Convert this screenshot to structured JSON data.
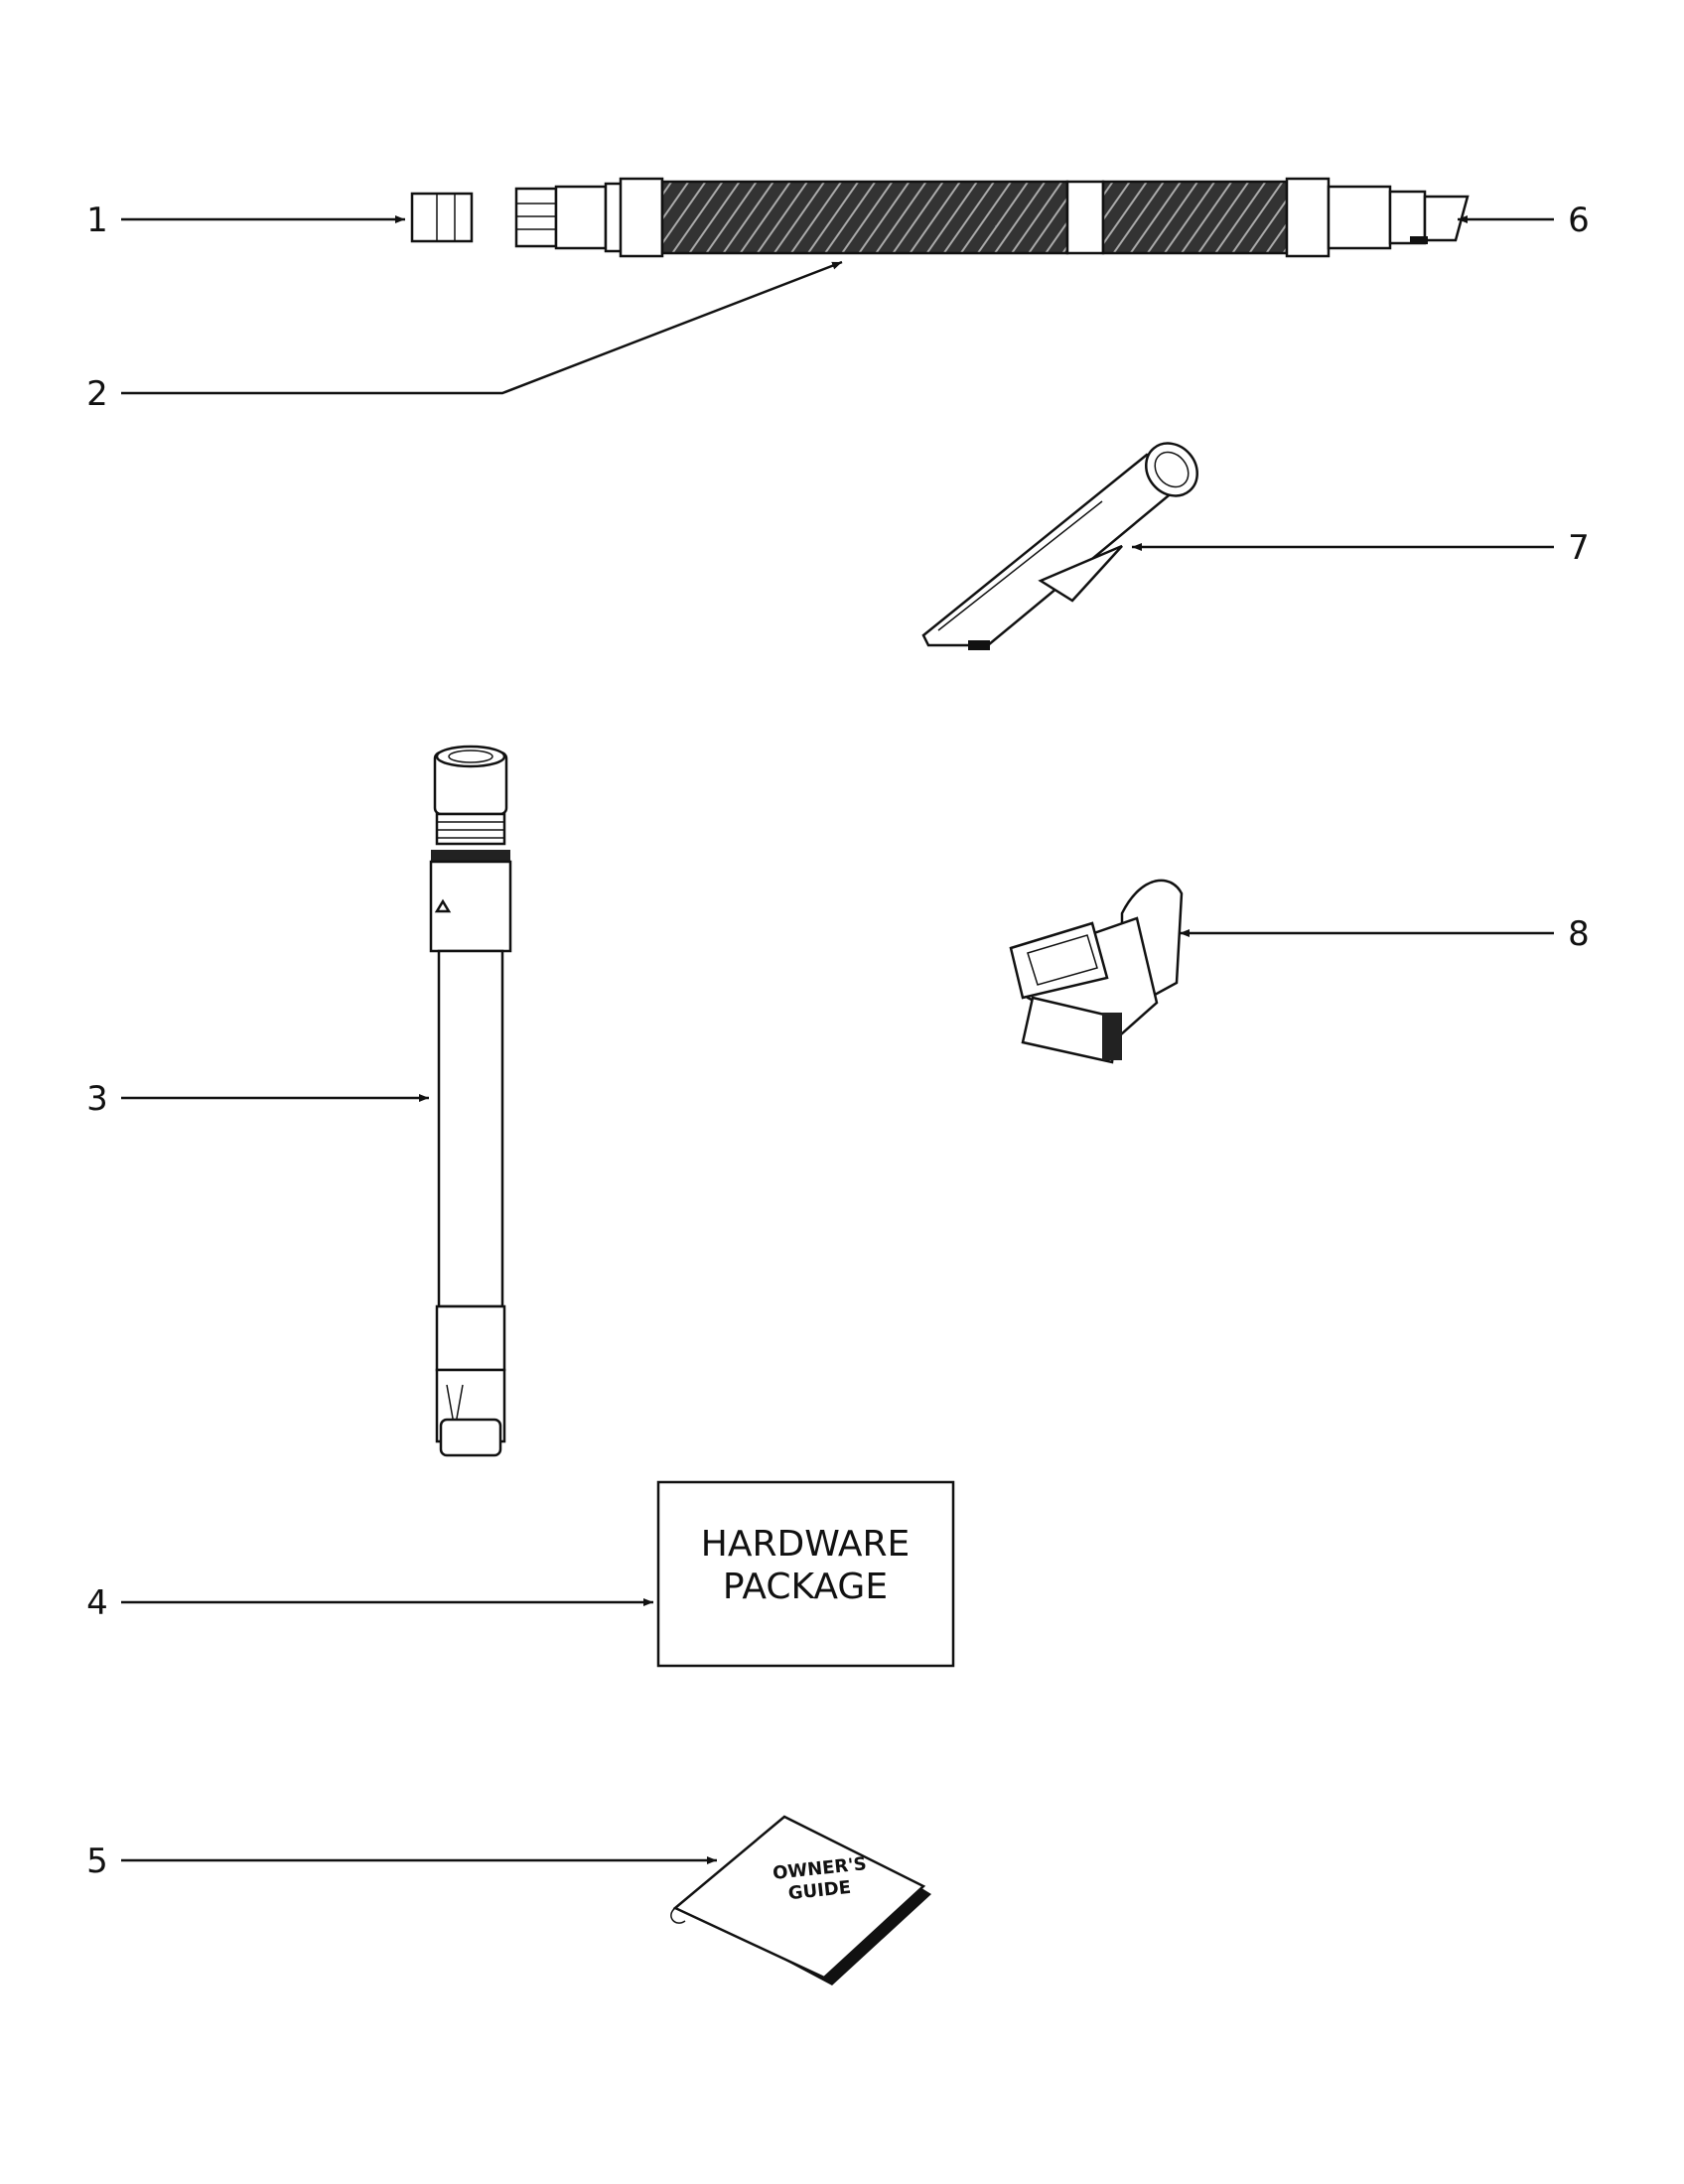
{
  "callouts": [
    "1",
    "2",
    "3",
    "4",
    "5",
    "6",
    "7",
    "8"
  ],
  "hardware_box": {
    "line1": "HARDWARE",
    "line2": "PACKAGE"
  },
  "book": {
    "line1": "OWNER'S",
    "line2": "GUIDE"
  },
  "colors": {
    "ink": "#111111",
    "paper": "#ffffff"
  }
}
